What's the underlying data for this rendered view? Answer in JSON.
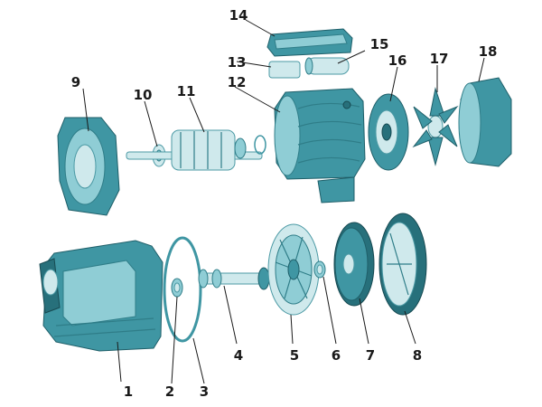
{
  "callouts": [
    "1",
    "2",
    "3",
    "4",
    "5",
    "6",
    "7",
    "8",
    "9",
    "10",
    "11",
    "12",
    "13",
    "14",
    "15",
    "16",
    "17",
    "18"
  ],
  "colors": {
    "part": "#3f96a3",
    "part_light": "#8fcdd5",
    "part_pale": "#cfe9ec",
    "part_dark": "#27707b",
    "text": "#1a1a1a"
  }
}
